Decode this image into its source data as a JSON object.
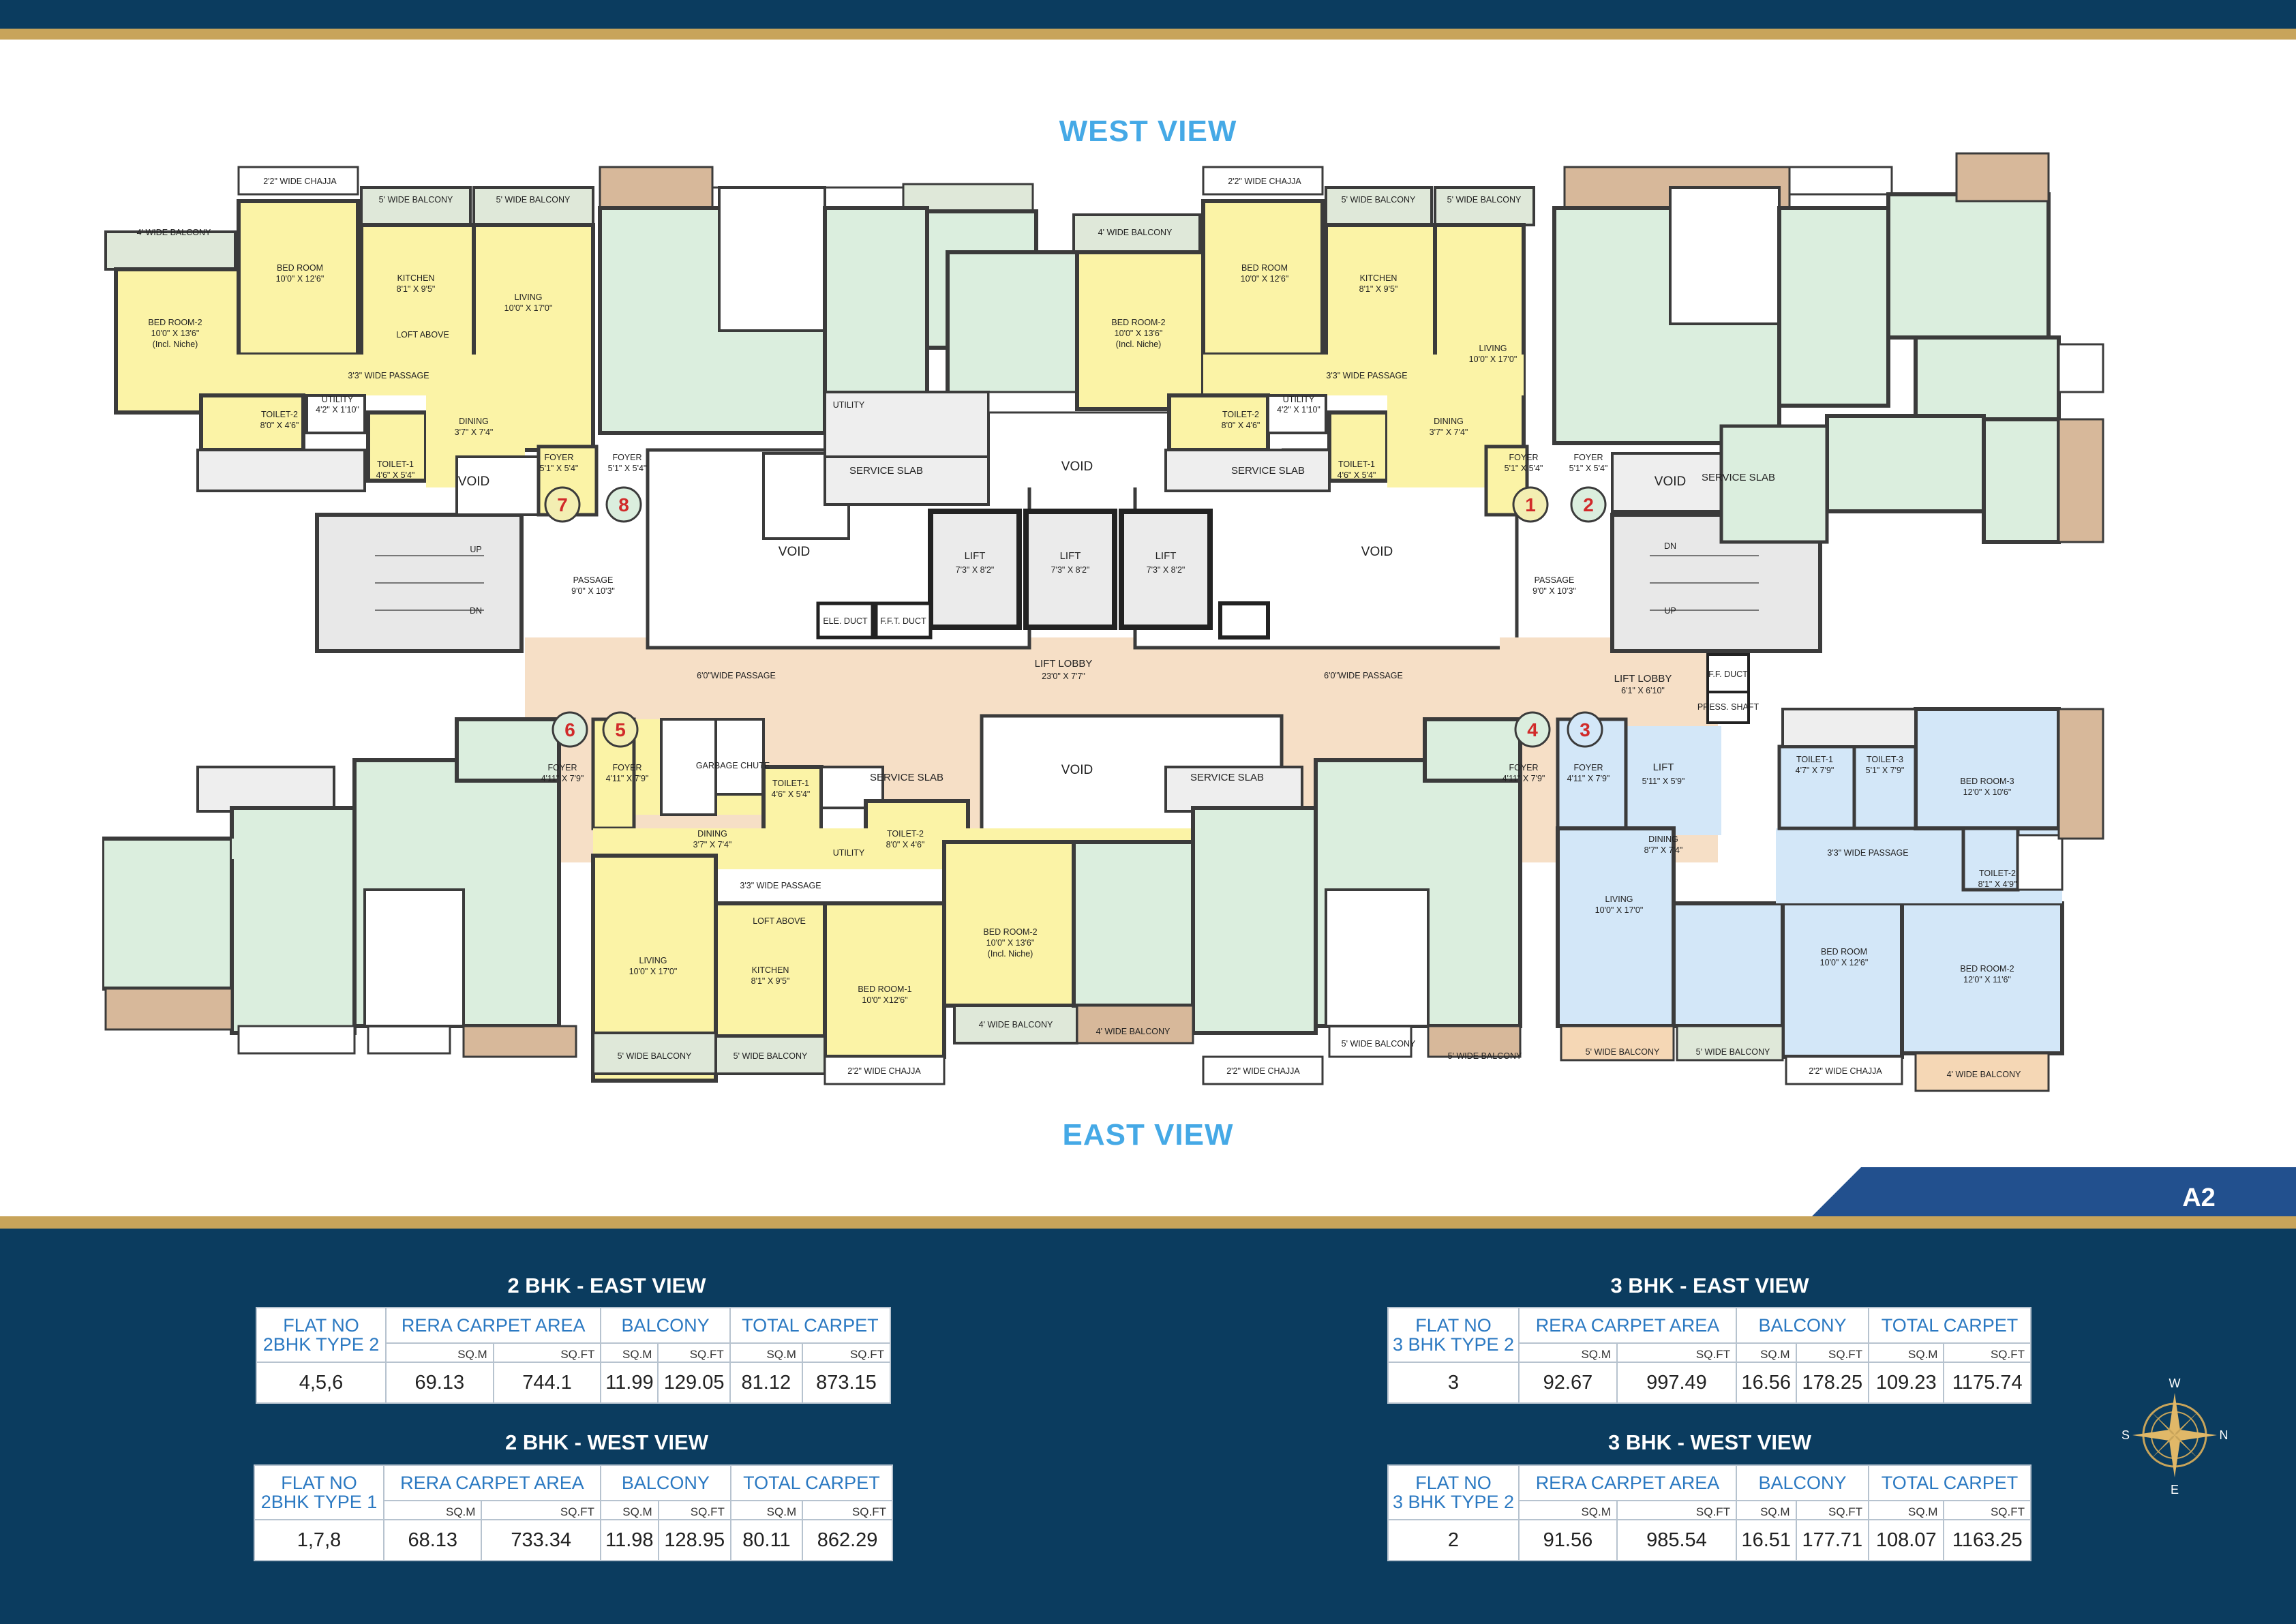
{
  "views": {
    "west": "WEST VIEW",
    "east": "EAST VIEW"
  },
  "block_tag": "A2",
  "flat_numbers": [
    "1",
    "2",
    "3",
    "4",
    "5",
    "6",
    "7",
    "8"
  ],
  "common": {
    "void": "VOID",
    "lift": "LIFT",
    "lift_size": "7'3\" X 8'2\"",
    "lift_lobby": "LIFT LOBBY",
    "lift_lobby_size": "23'0\" X 7'7\"",
    "lift_lobby_2": "LIFT LOBBY",
    "lift_lobby_2_size": "6'1\" X 6'10\"",
    "passage_6": "6'0\"WIDE PASSAGE",
    "passage": "PASSAGE",
    "passage_size": "9'0\" X 10'3\"",
    "ele_duct": "ELE. DUCT",
    "fft_duct": "F.F.T. DUCT",
    "ff_duct": "F.F. DUCT",
    "press_shaft": "PRESS. SHAFT",
    "garbage_chute": "GARBAGE CHUTE",
    "lift_small": "LIFT",
    "lift_small_size": "5'11\" X 5'9\"",
    "up": "UP",
    "dn": "DN",
    "service_slab": "SERVICE SLAB",
    "utility": "UTILITY"
  },
  "labels": {
    "chajja": "2'2\" WIDE CHAJJA",
    "balcony_5": "5' WIDE BALCONY",
    "balcony_4": "4' WIDE BALCONY",
    "bedroom": "BED ROOM",
    "bedroom_size": "10'0\" X 12'6\"",
    "bedroom2": "BED ROOM-2",
    "bedroom2_size": "10'0\" X 13'6\"",
    "niche": "(Incl. Niche)",
    "kitchen": "KITCHEN",
    "kitchen_size": "8'1\" X 9'5\"",
    "loft": "LOFT ABOVE",
    "living": "LIVING",
    "living_size": "10'0\" X 17'0\"",
    "passage_3": "3'3\" WIDE PASSAGE",
    "dining": "DINING",
    "dining_size": "3'7\" X 7'4\"",
    "toilet2": "TOILET-2",
    "toilet2_size": "8'0\" X 4'6\"",
    "toilet1": "TOILET-1",
    "toilet1_size": "4'6\" X 5'4\"",
    "utility": "UTILITY",
    "utility_size": "4'2\" X 1'10\"",
    "foyer": "FOYER",
    "foyer_size": "5'1\" X 5'4\"",
    "foyer_size_b": "4'11\" X 7'9\"",
    "bedroom1": "BED ROOM-1",
    "bedroom1_size": "10'0\" X12'6\"",
    "bedroom3": "BED ROOM-3",
    "bedroom3_size": "12'0\" X 10'6\"",
    "bedroom2b_size": "12'0\" X 11'6\"",
    "toilet3": "TOILET-3",
    "toilet3_size": "5'1\" X 7'9\"",
    "toilet1b_size": "4'7\" X 7'9\"",
    "toilet2b_size": "8'1\" X 4'9\"",
    "dining_b_size": "8'7\" X 7'4\""
  },
  "tables": [
    {
      "title": "2 BHK - EAST VIEW",
      "flat_head": [
        "FLAT NO",
        "2BHK TYPE 2"
      ],
      "flat": "4,5,6",
      "rera": [
        "69.13",
        "744.1"
      ],
      "balcony": [
        "11.99",
        "129.05"
      ],
      "total": [
        "81.12",
        "873.15"
      ]
    },
    {
      "title": "2 BHK - WEST VIEW",
      "flat_head": [
        "FLAT NO",
        "2BHK TYPE 1"
      ],
      "flat": "1,7,8",
      "rera": [
        "68.13",
        "733.34"
      ],
      "balcony": [
        "11.98",
        "128.95"
      ],
      "total": [
        "80.11",
        "862.29"
      ]
    },
    {
      "title": "3 BHK - EAST VIEW",
      "flat_head": [
        "FLAT NO",
        "3 BHK TYPE 2"
      ],
      "flat": "3",
      "rera": [
        "92.67",
        "997.49"
      ],
      "balcony": [
        "16.56",
        "178.25"
      ],
      "total": [
        "109.23",
        "1175.74"
      ]
    },
    {
      "title": "3 BHK - WEST VIEW",
      "flat_head": [
        "FLAT NO",
        "3 BHK TYPE 2"
      ],
      "flat": "2",
      "rera": [
        "91.56",
        "985.54"
      ],
      "balcony": [
        "16.51",
        "177.71"
      ],
      "total": [
        "108.07",
        "1163.25"
      ]
    }
  ],
  "table_headers": {
    "rera": "RERA CARPET AREA",
    "balcony": "BALCONY",
    "total": "TOTAL CARPET",
    "sqm": "SQ.M",
    "sqft": "SQ.FT"
  },
  "compass": {
    "n": "N",
    "s": "S",
    "e": "E",
    "w": "W"
  },
  "colors": {
    "navy": "#0b3c5f",
    "gold": "#c8a45a",
    "yellow_room": "#fbf3a6",
    "green_room": "#dbeede",
    "blue_room": "#d3e7f8",
    "passage": "#f6dfc6",
    "wall": "#3b3b3b",
    "flat_number": "#d12a2a",
    "view_title": "#45a9e6"
  }
}
